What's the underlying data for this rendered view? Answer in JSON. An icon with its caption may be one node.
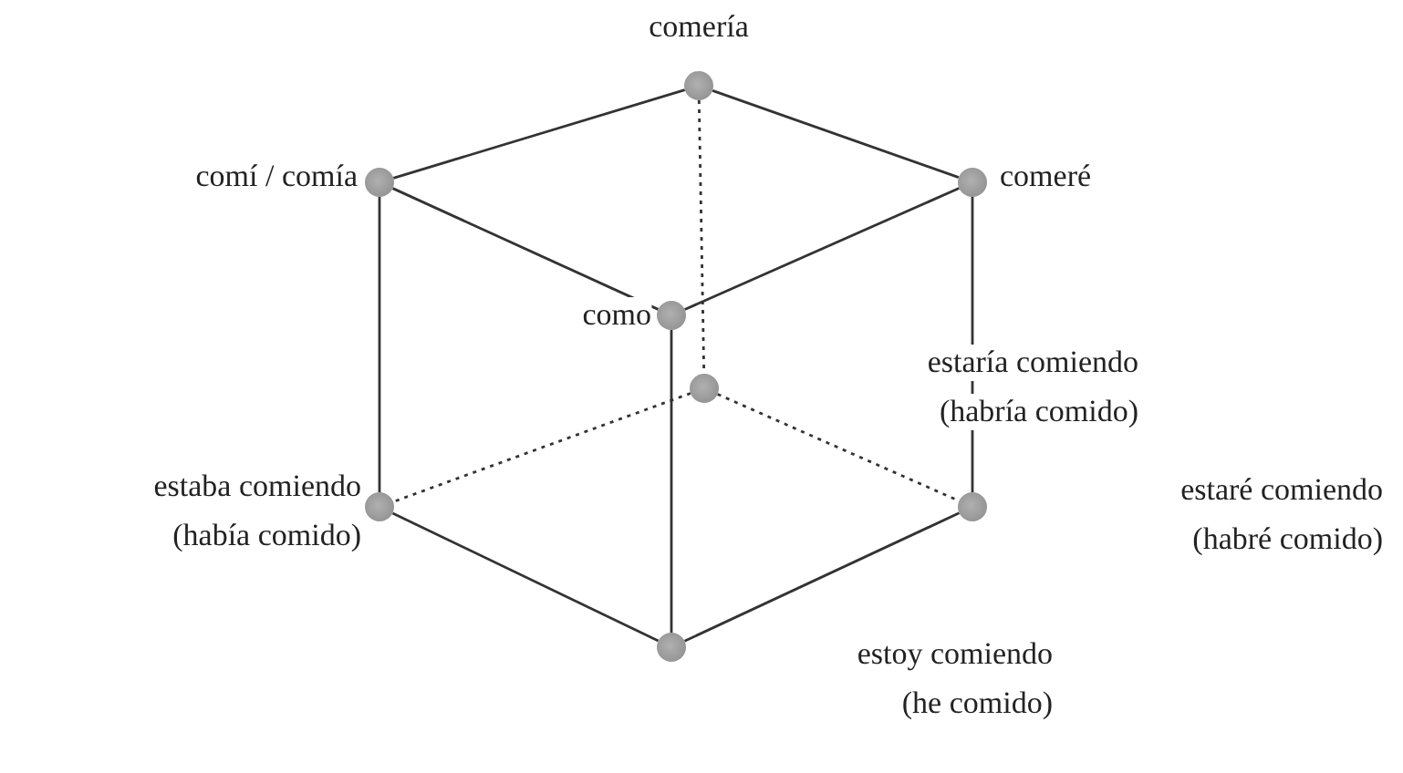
{
  "diagram": {
    "nodes": [
      {
        "text": [],
        "shape": "circle",
        "beside": [
          "comería"
        ]
      },
      {
        "text": [],
        "shape": "circle",
        "beside": [
          "comí / comía"
        ]
      },
      {
        "text": [],
        "shape": "circle",
        "beside": [
          "comeré"
        ]
      },
      {
        "text": [],
        "shape": "circle",
        "beside": [
          "como"
        ]
      },
      {
        "text": [],
        "shape": "circle",
        "beside": [
          "estaría comiendo",
          "(habría comido)"
        ]
      },
      {
        "text": [],
        "shape": "circle",
        "beside": [
          "estaba comiendo",
          "(había comido)"
        ]
      },
      {
        "text": [],
        "shape": "circle",
        "beside": [
          "estaré comiendo",
          "(habré comido)"
        ]
      },
      {
        "text": [],
        "shape": "circle",
        "beside": [
          "estoy comiendo",
          "(he comido)"
        ]
      }
    ],
    "edges": [
      {
        "from": 0,
        "to": 1,
        "arrow": "none"
      },
      {
        "from": 0,
        "to": 2,
        "arrow": "none"
      },
      {
        "from": 1,
        "to": 3,
        "arrow": "none"
      },
      {
        "from": 2,
        "to": 3,
        "arrow": "none"
      },
      {
        "from": 1,
        "to": 5,
        "arrow": "none"
      },
      {
        "from": 2,
        "to": 6,
        "arrow": "none"
      },
      {
        "from": 3,
        "to": 7,
        "arrow": "none"
      },
      {
        "from": 5,
        "to": 7,
        "arrow": "none"
      },
      {
        "from": 6,
        "to": 7,
        "arrow": "none"
      },
      {
        "from": 0,
        "to": 4,
        "arrow": "none",
        "style": "dashed"
      },
      {
        "from": 4,
        "to": 5,
        "arrow": "none",
        "style": "dashed"
      },
      {
        "from": 4,
        "to": 6,
        "arrow": "none",
        "style": "dashed"
      }
    ]
  }
}
